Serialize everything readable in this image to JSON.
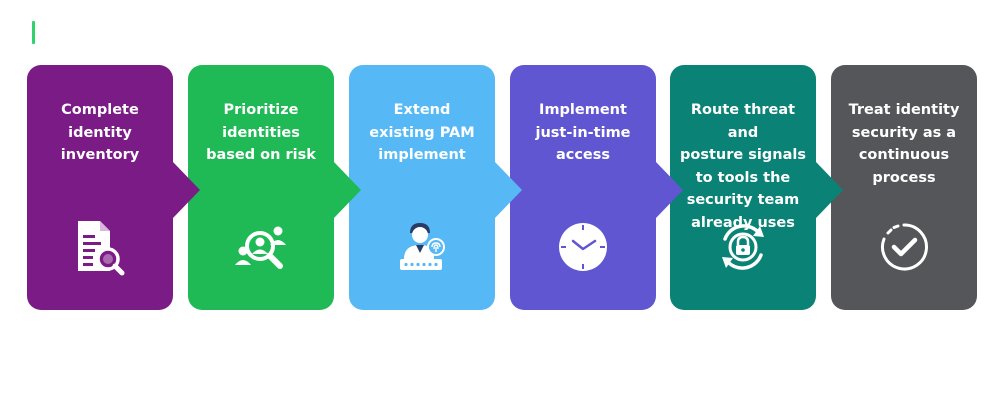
{
  "colors": {
    "accent": "#2ed36a",
    "step_1": "#7b1b86",
    "step_2": "#1fba55",
    "step_3": "#56b9f5",
    "step_4": "#6156d2",
    "step_5": "#0a8276",
    "step_6": "#555659"
  },
  "steps": [
    {
      "label": "Complete\nidentity\ninventory",
      "icon": "document-search-icon"
    },
    {
      "label": "Prioritize\nidentities\nbased on risk",
      "icon": "user-search-icon"
    },
    {
      "label": "Extend\nexisting PAM\nimplement",
      "icon": "user-fingerprint-password-icon"
    },
    {
      "label": "Implement\njust-in-time\naccess",
      "icon": "clock-icon"
    },
    {
      "label": "Route threat and\nposture signals\nto tools the\nsecurity team\nalready uses",
      "icon": "lock-sync-icon"
    },
    {
      "label": "Treat identity\nsecurity as a\ncontinuous\nprocess",
      "icon": "check-circle-icon"
    }
  ]
}
